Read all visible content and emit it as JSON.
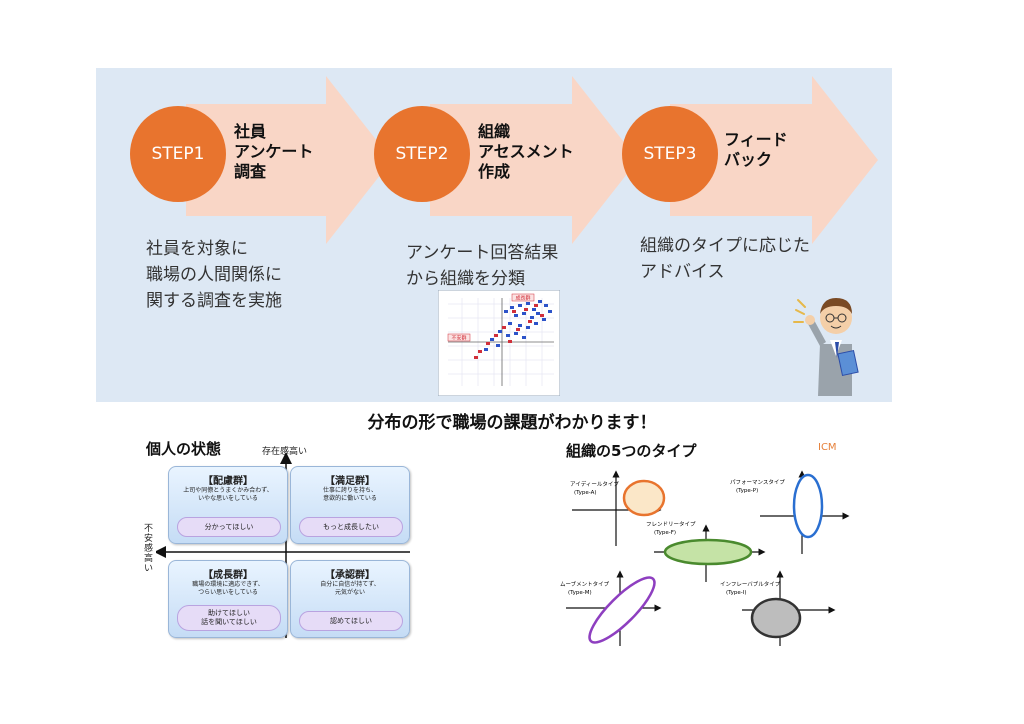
{
  "steps": [
    {
      "label": "STEP1",
      "title": "社員\nアンケート\n調査",
      "desc": "社員を対象に\n職場の人間関係に\n関する調査を実施"
    },
    {
      "label": "STEP2",
      "title": "組織\nアセスメント\n作成",
      "desc": "アンケート回答結果\nから組織を分類"
    },
    {
      "label": "STEP3",
      "title": "フィード\nバック",
      "desc": "組織のタイプに応じた\nアドバイス"
    }
  ],
  "colors": {
    "panel": "#dde8f4",
    "arrow": "#f9d6c6",
    "circle": "#e8742e",
    "accent": "#e6803a"
  },
  "headline": "分布の形で職場の課題がわかります！",
  "individual": {
    "title": "個人の状態",
    "axis_top": "存在感高い",
    "axis_left": "不安感高い",
    "quadrants": [
      {
        "title": "【配慮群】",
        "text": "上司や同僚とうまくかみ合わず、\nいやな思いをしている",
        "pill": "分かってほしい"
      },
      {
        "title": "【満足群】",
        "text": "仕事に誇りを持ち、\n意欲的に働いている",
        "pill": "もっと成長したい"
      },
      {
        "title": "【成長群】",
        "text": "職場の環境に適応できず、\nつらい思いをしている",
        "pill": "助けてほしい\n話を聞いてほしい"
      },
      {
        "title": "【承認群】",
        "text": "自分に自信が持てず、\n元気がない",
        "pill": "認めてほしい"
      }
    ]
  },
  "types": {
    "title": "組織の5つのタイプ",
    "brand": "ICM",
    "items": [
      {
        "name": "アイディールタイプ",
        "code": "(Type-A)",
        "fill": "#fbe7c8",
        "stroke": "#e8742e"
      },
      {
        "name": "パフォーマンスタイプ",
        "code": "(Type-P)",
        "fill": "#ffffff",
        "stroke": "#2a6fd1"
      },
      {
        "name": "フレンドリータイプ",
        "code": "(Type-F)",
        "fill": "#c5e3a6",
        "stroke": "#4a8a2e"
      },
      {
        "name": "ムーブメントタイプ",
        "code": "(Type-M)",
        "fill": "#ffffff",
        "stroke": "#8e3fc0"
      },
      {
        "name": "インフレーバブルタイプ",
        "code": "(Type-I)",
        "fill": "#bdbdbd",
        "stroke": "#333333"
      }
    ]
  },
  "scatter_labels": {
    "top": "成長群",
    "left": "不安群"
  }
}
